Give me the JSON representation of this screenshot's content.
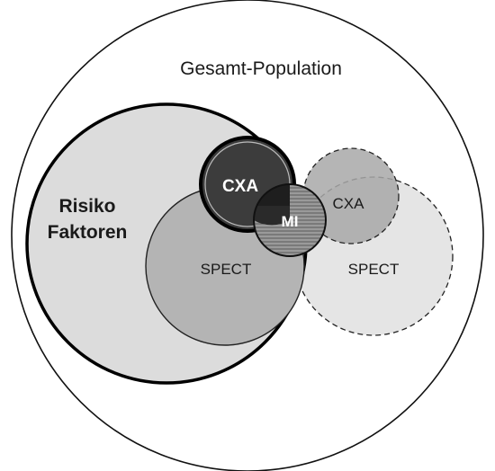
{
  "diagram": {
    "population_label": "Gesamt-Population",
    "risk_label_line1": "Risiko",
    "risk_label_line2": "Faktoren",
    "cxa_inner_label": "CXA",
    "mi_label": "MI",
    "spect_inner_label": "SPECT",
    "cxa_outer_label": "CXA",
    "spect_outer_label": "SPECT"
  },
  "colors": {
    "background": "#ffffff",
    "population_fill": "#ffffff",
    "risk_fill": "#dcdcdc",
    "spect_inner_fill": "#b4b4b4",
    "cxa_inner_fill": "#3c3c3c",
    "mi_fill": "#8a8a8a",
    "cxa_outer_fill": "#a8a8a8",
    "spect_outer_fill": "#e2e2e2",
    "stroke": "#111111"
  }
}
